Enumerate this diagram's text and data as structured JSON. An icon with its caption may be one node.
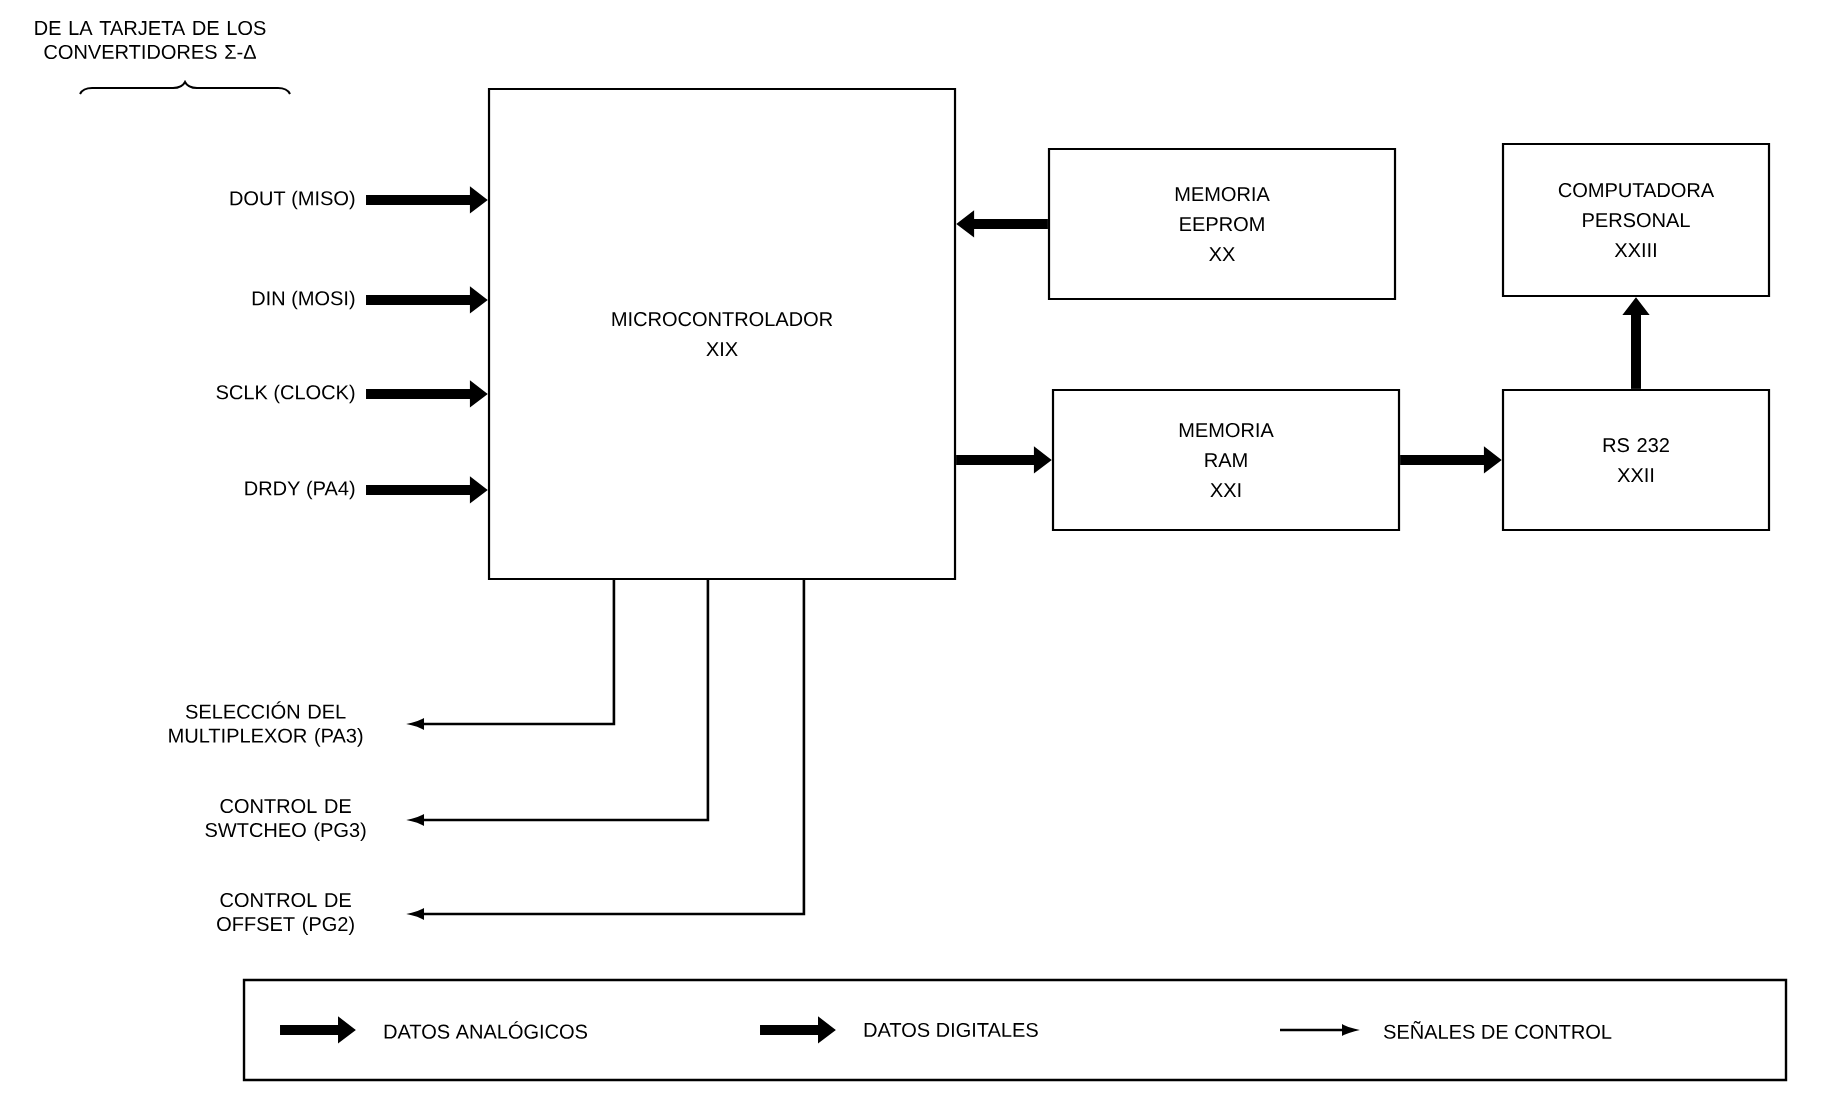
{
  "diagram": {
    "nodes": [
      {
        "text": [
          "DOUT (MISO)"
        ]
      },
      {
        "text": [
          "DIN  (MOSI)"
        ]
      },
      {
        "text": [
          "SCLK (CLOCK)"
        ]
      },
      {
        "text": [
          "DRDY (PA4)"
        ]
      },
      {
        "text": [
          "MICROCONTROLADOR",
          "XIX"
        ]
      },
      {
        "text": [
          "MEMORIA",
          "EEPROM",
          "XX"
        ]
      },
      {
        "text": [
          "COMPUTADORA",
          "PERSONAL",
          "XXIII"
        ]
      },
      {
        "text": [
          "MEMORIA",
          "RAM",
          "XXI"
        ]
      },
      {
        "text": [
          "RS 232",
          "XXII"
        ]
      },
      {
        "text": [
          "SELECCIÓN DEL MULTIPLEXOR (PA3)"
        ]
      },
      {
        "text": [
          "CONTROL DE SWTCHEO (PG3)"
        ]
      },
      {
        "text": [
          "CONTROL DE OFFSET (PG2)"
        ]
      }
    ],
    "edges": [
      {
        "from": 0,
        "to": 4,
        "arrow": "to"
      },
      {
        "from": 1,
        "to": 4,
        "arrow": "to"
      },
      {
        "from": 2,
        "to": 4,
        "arrow": "to"
      },
      {
        "from": 3,
        "to": 4,
        "arrow": "to"
      },
      {
        "from": 5,
        "to": 4,
        "arrow": "to"
      },
      {
        "from": 4,
        "to": 7,
        "arrow": "to"
      },
      {
        "from": 7,
        "to": 8,
        "arrow": "to"
      },
      {
        "from": 8,
        "to": 6,
        "arrow": "to"
      },
      {
        "from": 4,
        "to": 9,
        "arrow": "to"
      },
      {
        "from": 4,
        "to": 10,
        "arrow": "to"
      },
      {
        "from": 4,
        "to": 11,
        "arrow": "to"
      }
    ],
    "labels": [
      "DE LA TARJETA DE LOS CONVERTIDORES Σ-Δ"
    ],
    "legend": [
      {
        "text": "DATOS ANALÓGICOS"
      },
      {
        "text": "DATOS DIGITALES"
      },
      {
        "text": "SEÑALES DE CONTROL"
      }
    ]
  }
}
